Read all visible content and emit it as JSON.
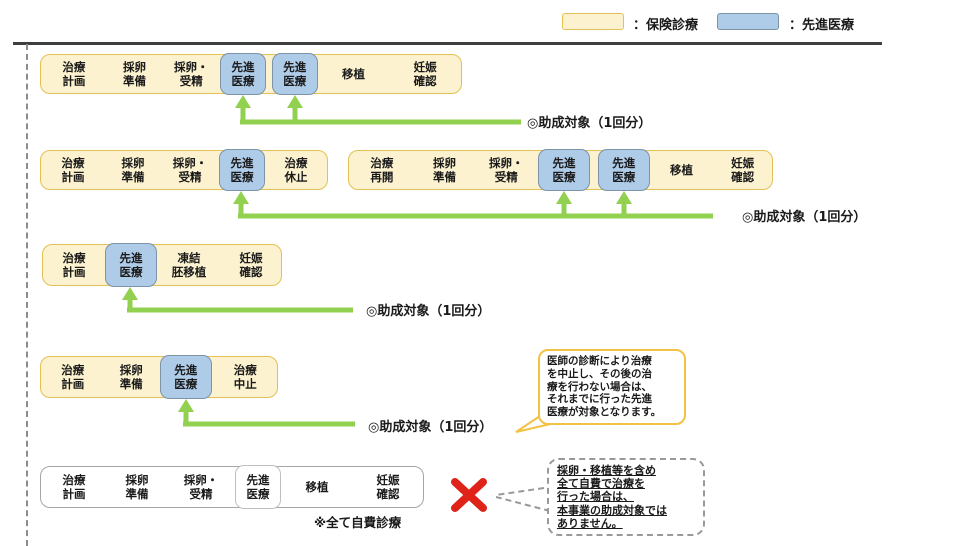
{
  "legend": {
    "insurance_label": "：保険診療",
    "advanced_label": "：先進医療"
  },
  "subsidy_label": "◎助成対象（1回分）",
  "rows": {
    "row1": {
      "cells": [
        "治療\n計画",
        "採卵\n準備",
        "採卵・\n受精",
        "先進\n医療",
        "先進\n医療",
        "移植",
        "妊娠\n確認"
      ]
    },
    "row2a": {
      "cells": [
        "治療\n計画",
        "採卵\n準備",
        "採卵・\n受精",
        "先進\n医療",
        "治療\n休止"
      ]
    },
    "row2b": {
      "cells": [
        "治療\n再開",
        "採卵\n準備",
        "採卵・\n受精",
        "先進\n医療",
        "先進\n医療",
        "移植",
        "妊娠\n確認"
      ]
    },
    "row3": {
      "cells": [
        "治療\n計画",
        "先進\n医療",
        "凍結\n胚移植",
        "妊娠\n確認"
      ]
    },
    "row4": {
      "cells": [
        "治療\n計画",
        "採卵\n準備",
        "先進\n医療",
        "治療\n中止"
      ]
    },
    "row5": {
      "cells": [
        "治療\n計画",
        "採卵\n準備",
        "採卵・\n受精",
        "先進\n医療",
        "移植",
        "妊娠\n確認"
      ]
    }
  },
  "notes": {
    "self_pay": "※全て自費診療",
    "doctor_callout": "医師の診断により治療\nを中止し、その後の治\n療を行わない場合は、\nそれまでに行った先進\n医療が対象となります。",
    "self_pay_callout": "採卵・移植等を含め\n全て自費で治療を\n行った場合は、\n本事業の助成対象では\nありません。"
  },
  "colors": {
    "insurance_fill": "#FCF2CF",
    "insurance_border": "#E3C155",
    "advanced_fill": "#AECBE8",
    "advanced_border": "#7D93A8",
    "arrow_green": "#92D050",
    "x_red": "#E02318"
  }
}
